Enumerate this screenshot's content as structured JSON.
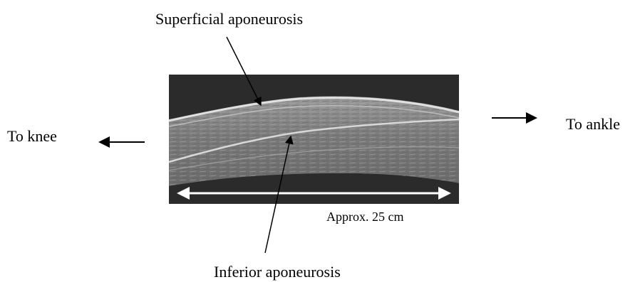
{
  "labels": {
    "superficial": "Superficial aponeurosis",
    "inferior": "Inferior aponeurosis",
    "to_knee": "To knee",
    "to_ankle": "To ankle",
    "scale": "Approx. 25 cm"
  },
  "colors": {
    "background": "#ffffff",
    "ultrasound_dark": "#2a2a2a",
    "tissue": "#8c8c8c",
    "arrow": "#000000",
    "scale_bar": "#ffffff"
  }
}
